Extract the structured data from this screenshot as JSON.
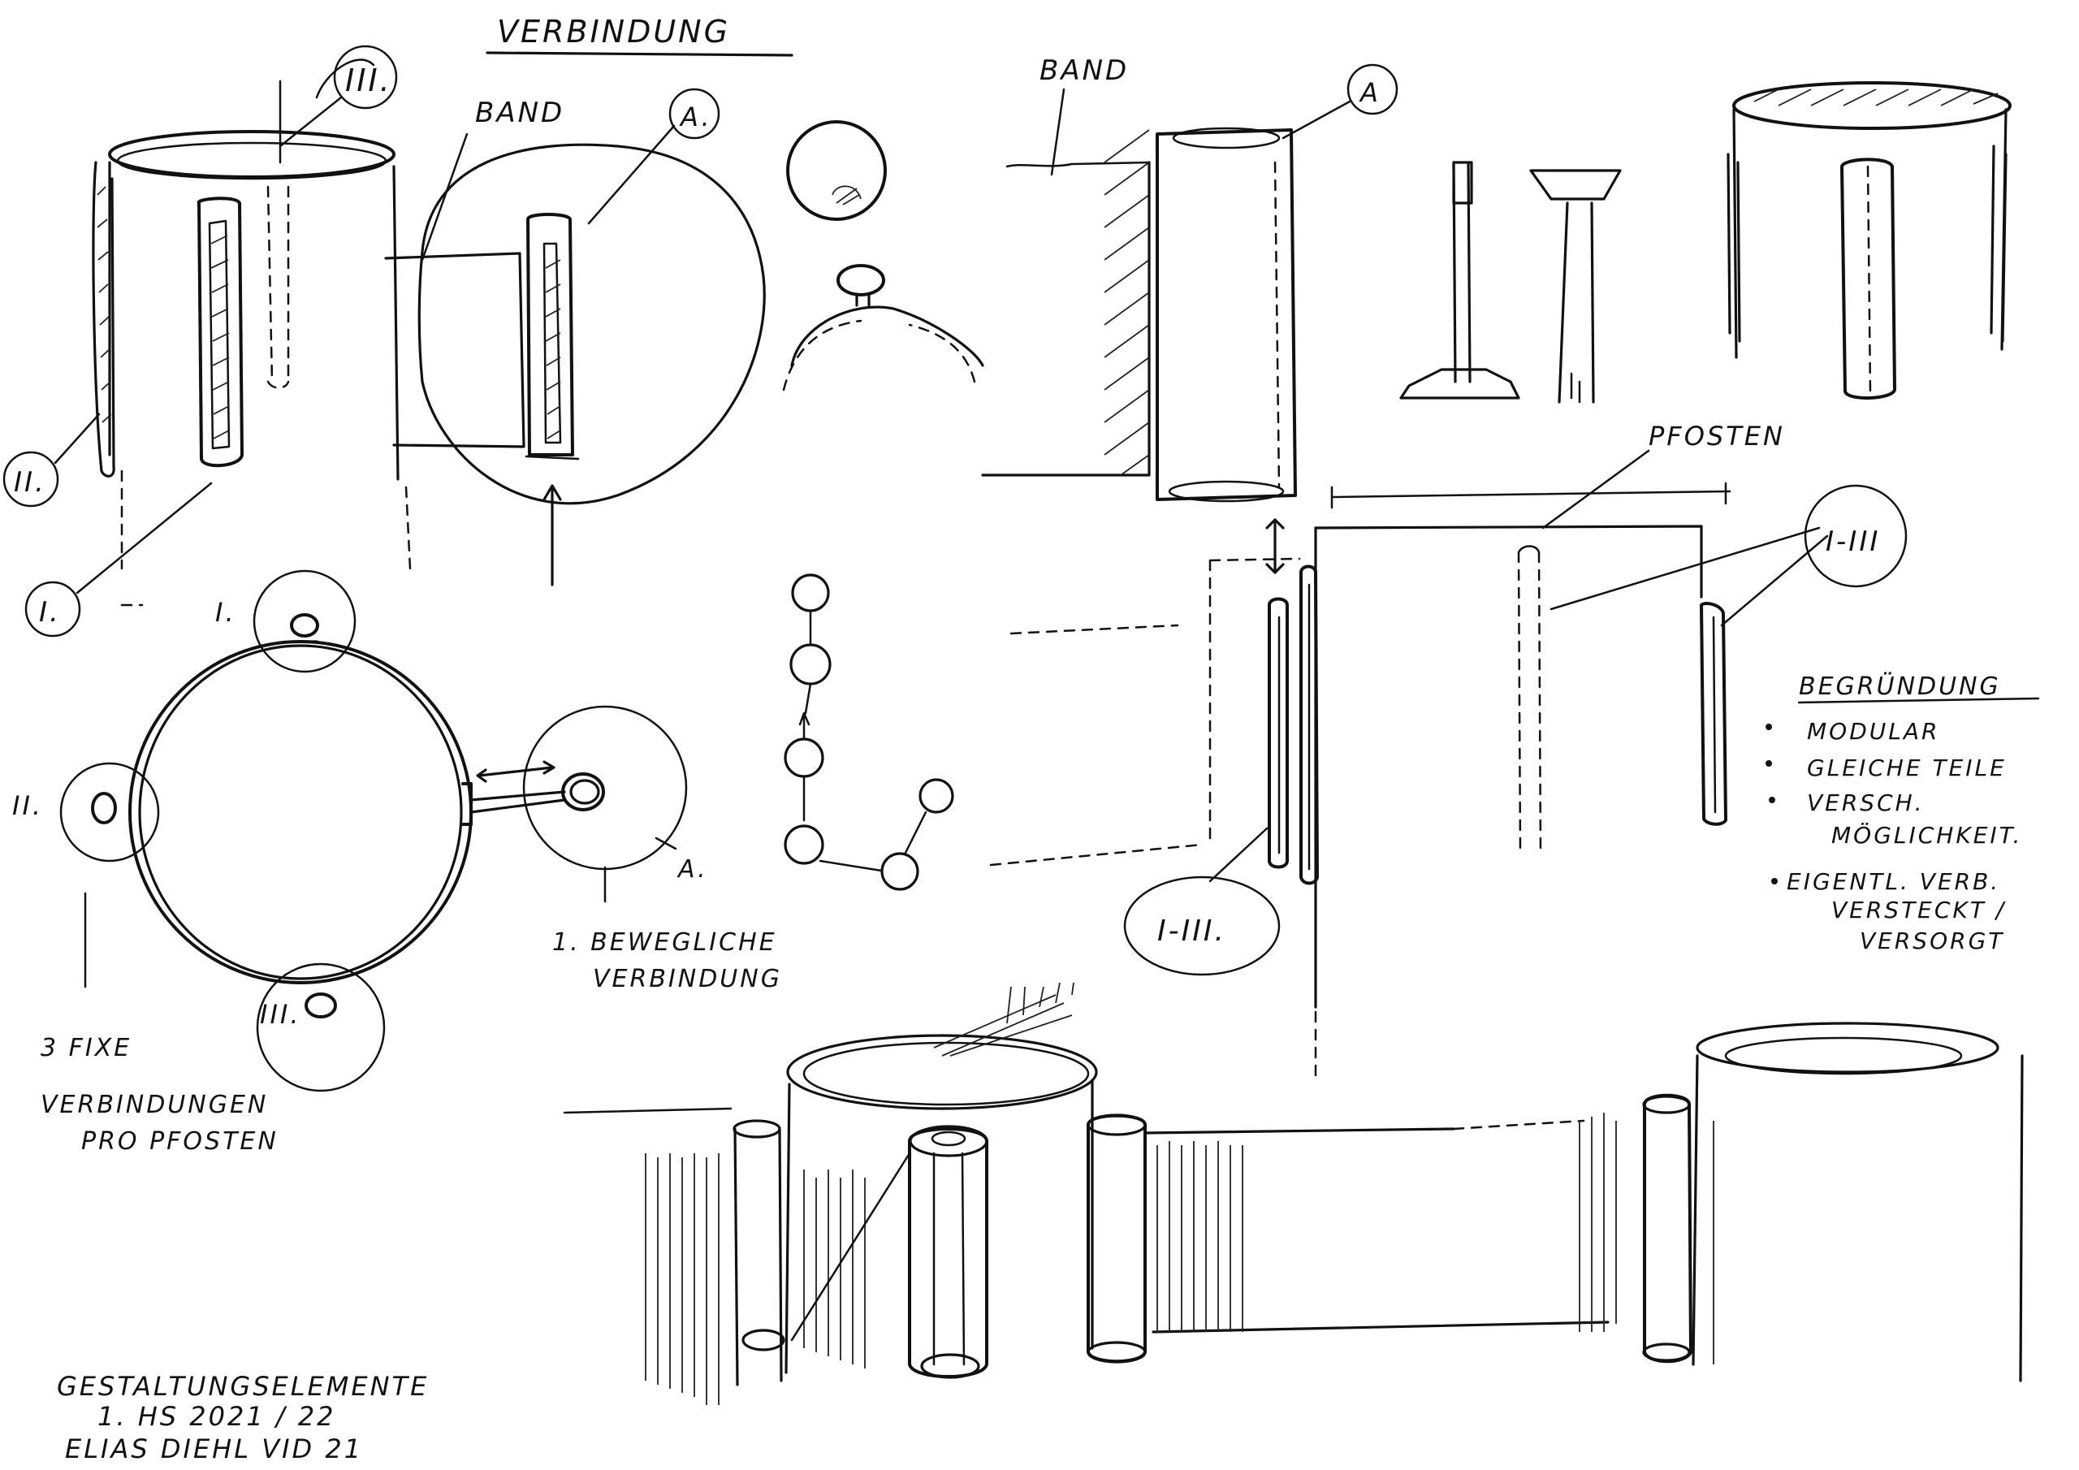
{
  "title": "VERBINDUNG",
  "labels": {
    "band_left": "BAND",
    "band_right": "BAND",
    "a_top_left": "A.",
    "a_top_right": "A",
    "a_plan": "A.",
    "roman_iii_top": "III.",
    "roman_ii_left": "II.",
    "roman_i_left": "I.",
    "plan_i": "I.",
    "plan_ii": "II.",
    "plan_iii": "III.",
    "pfosten": "PFOSTEN",
    "i_iii_top": "I-III",
    "i_iii_bottom": "I-III."
  },
  "notes": {
    "bewegliche_line1": "1. BEWEGLICHE",
    "bewegliche_line2": "VERBINDUNG",
    "fixe_line1": "3 FIXE",
    "fixe_line2": "VERBINDUNGEN",
    "fixe_line3": "PRO PFOSTEN"
  },
  "begruendung": {
    "heading": "BEGRÜNDUNG",
    "items": [
      "MODULAR",
      "GLEICHE TEILE",
      "VERSCH.",
      "MÖGLICHKEIT.",
      "EIGENTL. VERB.",
      "VERSTECKT /",
      "VERSORGT"
    ]
  },
  "signature": {
    "line1": "GESTALTUNGSELEMENTE",
    "line2": "1. HS 2021 / 22",
    "line3": "ELIAS DIEHL VID 21"
  },
  "colors": {
    "ink": "#111111",
    "paper": "#ffffff"
  }
}
